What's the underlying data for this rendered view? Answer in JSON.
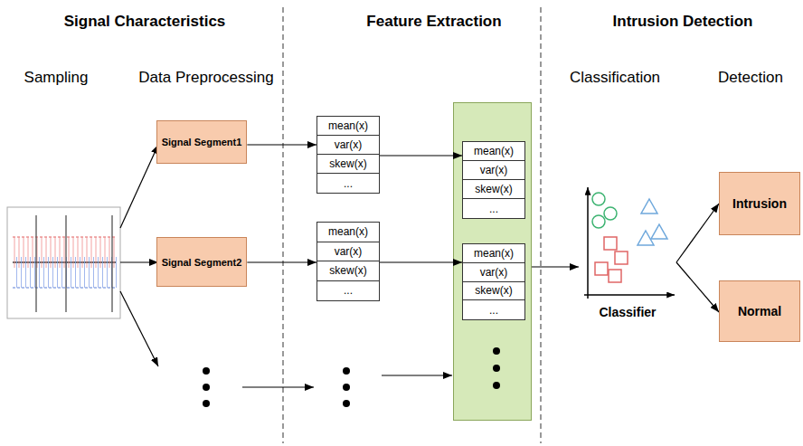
{
  "diagram": {
    "nodes": [
      {
        "text": [
          "Signal Segment1"
        ]
      },
      {
        "text": [
          "Signal Segment2"
        ]
      },
      {
        "text": [
          "mean(x)",
          "var(x)",
          "skew(x)",
          "..."
        ]
      },
      {
        "text": [
          "mean(x)",
          "var(x)",
          "skew(x)",
          "..."
        ]
      },
      {
        "text": []
      },
      {
        "text": [
          "mean(x)",
          "var(x)",
          "skew(x)",
          "..."
        ],
        "in": 4
      },
      {
        "text": [
          "mean(x)",
          "var(x)",
          "skew(x)",
          "..."
        ],
        "in": 4
      },
      {
        "text": [
          "Classifier"
        ]
      },
      {
        "text": [
          "Intrusion"
        ]
      },
      {
        "text": [
          "Normal"
        ]
      }
    ],
    "edges": [
      {
        "from": 0,
        "to": 2,
        "arrow": "to"
      },
      {
        "from": 1,
        "to": 3,
        "arrow": "to"
      },
      {
        "from": 2,
        "to": 5,
        "arrow": "to"
      },
      {
        "from": 3,
        "to": 6,
        "arrow": "to"
      },
      {
        "from": 4,
        "to": 7,
        "arrow": "to"
      },
      {
        "from": 7,
        "to": 8,
        "arrow": "to"
      },
      {
        "from": 7,
        "to": 9,
        "arrow": "to"
      }
    ],
    "labels": [
      "Signal Characteristics",
      "Feature Extraction",
      "Intrusion Detection",
      "Sampling",
      "Data Preprocessing",
      "Classification",
      "Detection"
    ]
  }
}
